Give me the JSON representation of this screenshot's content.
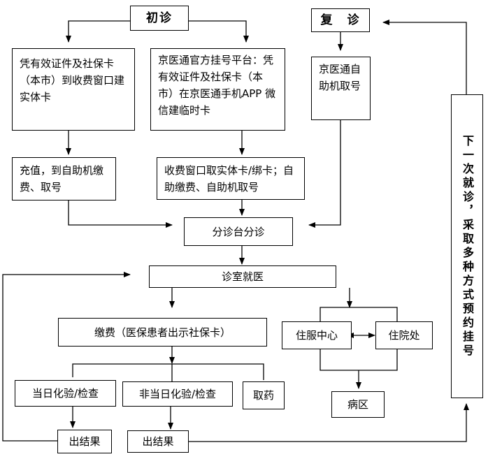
{
  "nodes": {
    "first_visit": "初诊",
    "return_visit": "复　诊",
    "card_office": "凭有效证件及社保卡（本市）到收费窗口建实体卡",
    "jyt_platform": "京医通官方挂号平台：凭有效证件及社保卡（本市）在京医通手机APP 微信建临时卡",
    "jyt_self": "京医通自助机取号",
    "recharge": "充值，到自助机缴费、取号",
    "window_card": "收费窗口取实体卡/绑卡；自助缴费、自助机取号",
    "triage": "分诊台分诊",
    "consult": "诊室就医",
    "payment": "缴费（医保患者出示社保卡）",
    "admission_center": "住服中心",
    "inpatient_office": "住院处",
    "ward": "病区",
    "same_day_test": "当日化验/检查",
    "later_test": "非当日化验/检查",
    "pharmacy": "取药",
    "result_1": "出结果",
    "result_2": "出结果",
    "next_visit": "下一次就诊，采取多种方式预约挂号"
  }
}
